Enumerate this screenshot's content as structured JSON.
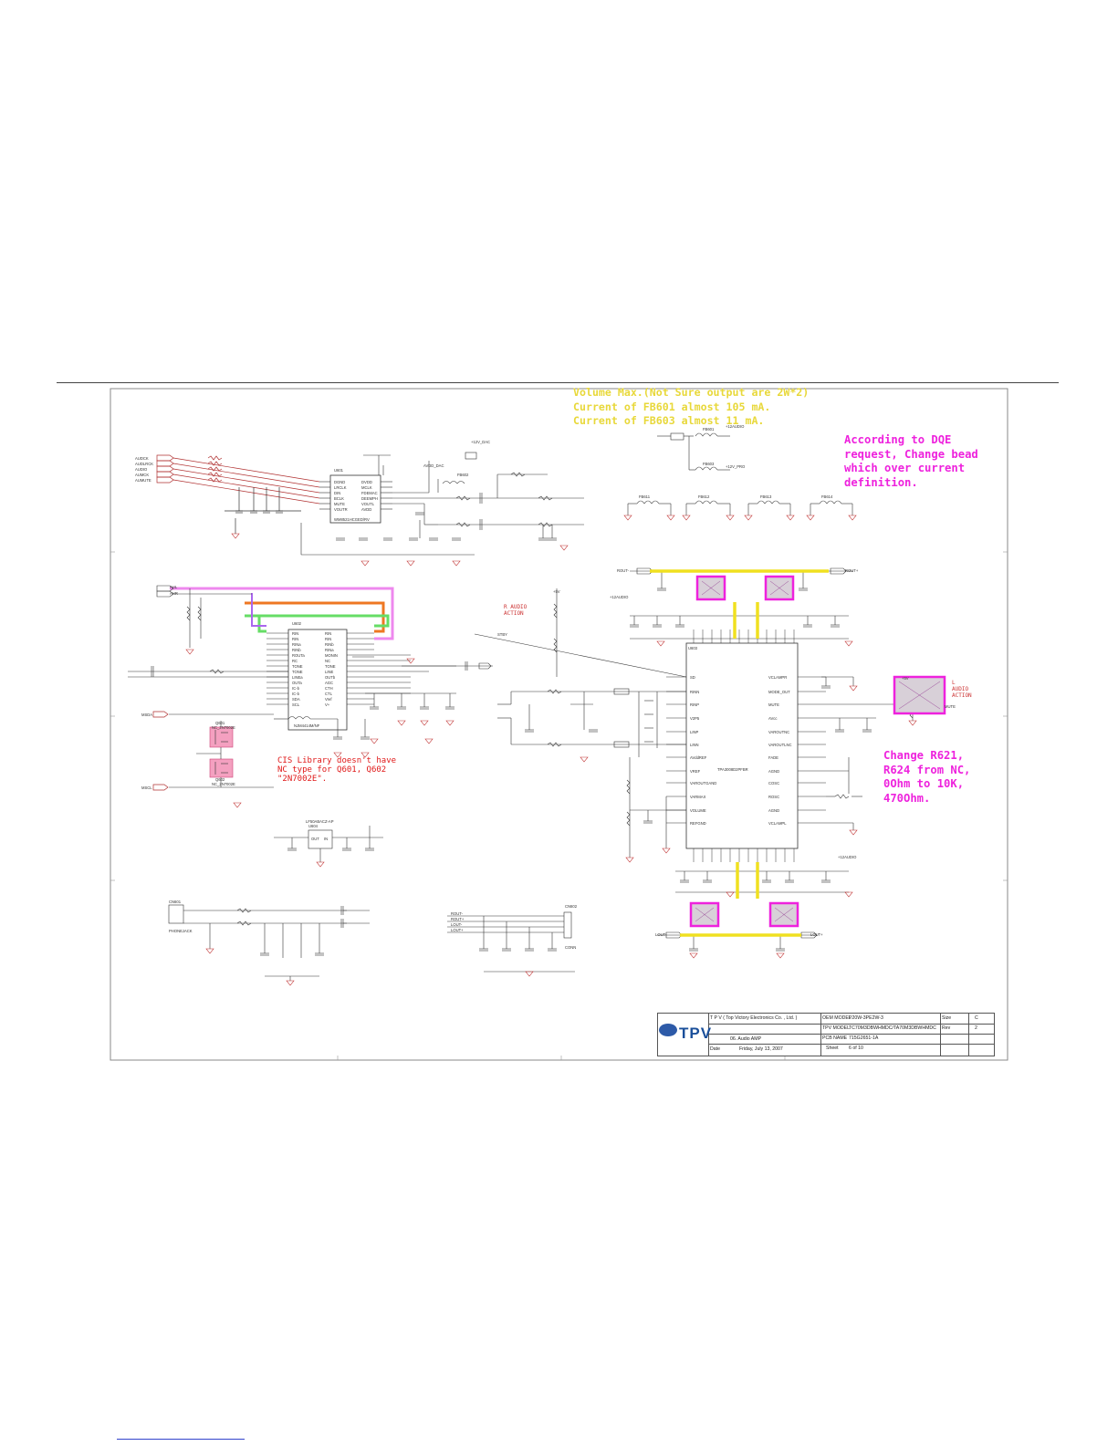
{
  "notes": {
    "volume": "Volume Max.(Not Sure output are 2W*2)\nCurrent of FB601 almost 105 mA.\nCurrent of FB603 almost 11 mA.",
    "dqe": "According to DQE\nrequest, Change bead\nwhich over current\ndefinition.",
    "change": "Change R621,\nR624 from NC,\n0Ohm to 10K,\n470Ohm.",
    "cis": "CIS Library doesn't have\nNC  type for  Q601, Q602\n\"2N7002E\".",
    "audio_action_r": "R AUDIO\nACTION",
    "audio_action_l": "L\nAUDIO\nACTION"
  },
  "parts": {
    "dac": "WM8521HCGED/RV",
    "dac_ref": "U601",
    "opamp": "NJM4414M/NF",
    "opamp_ref": "U602",
    "amp": "TPA3008D2PFBR",
    "amp_ref": "U603",
    "ldo": "LF50ABACZ-AP",
    "ldo_ref": "U604",
    "jack": "PHONEJACK",
    "jack_ref": "CN601",
    "conn_ref": "CN602",
    "conn_name": "CONN",
    "q1": "Q601",
    "q1_part": "NC_2N7002E",
    "q2": "Q602",
    "q2_part": "NC_2N7002E",
    "fb601": "FB601",
    "fb603": "FB603",
    "fb602": "FB602"
  },
  "nets": {
    "v12_dac": "+12V_DAC",
    "avdd_dac": "AVDD_DAC",
    "v12_audio": "+12AUDIO",
    "v12_pro": "+12V_PRO",
    "v5": "+5V",
    "rout_p": "ROUT+",
    "rout_n": "ROUT-",
    "lout_p": "LOUT+",
    "lout_n": "LOUT-",
    "mute": "MUTE",
    "stby": "STBY",
    "msda": "MSDA",
    "mscl": "MSCL",
    "audio_inputs": [
      "AUDCK",
      "AUDLRCK",
      "AUDIO",
      "AUMCK",
      "AUMUTE"
    ],
    "ahl": "AHL",
    "ahr": "AHR"
  },
  "title_block": {
    "company": "T P V  ( Top  Victory  Electronics   Co. ,  Ltd. )",
    "oem_model_label": "OEM MODEL",
    "oem_model": "P20W-3PE2W-3",
    "tpv_model_label": "TPV MODEL",
    "tpv_model": "TC70M3DBWHMDC/TA70M3DBWHMDC",
    "pcb_name_label": "PCB NAME",
    "pcb_name": "715G2651-1A",
    "sheet_title": "06. Audio AMP",
    "date_label": "Date",
    "date": "Friday, July 13, 2007",
    "sheet_label": "Sheet",
    "sheet_of": "6   of   10",
    "size_label": "Size",
    "size": "C",
    "rev_label": "Rev",
    "rev": "2",
    "logo": "TPV"
  }
}
